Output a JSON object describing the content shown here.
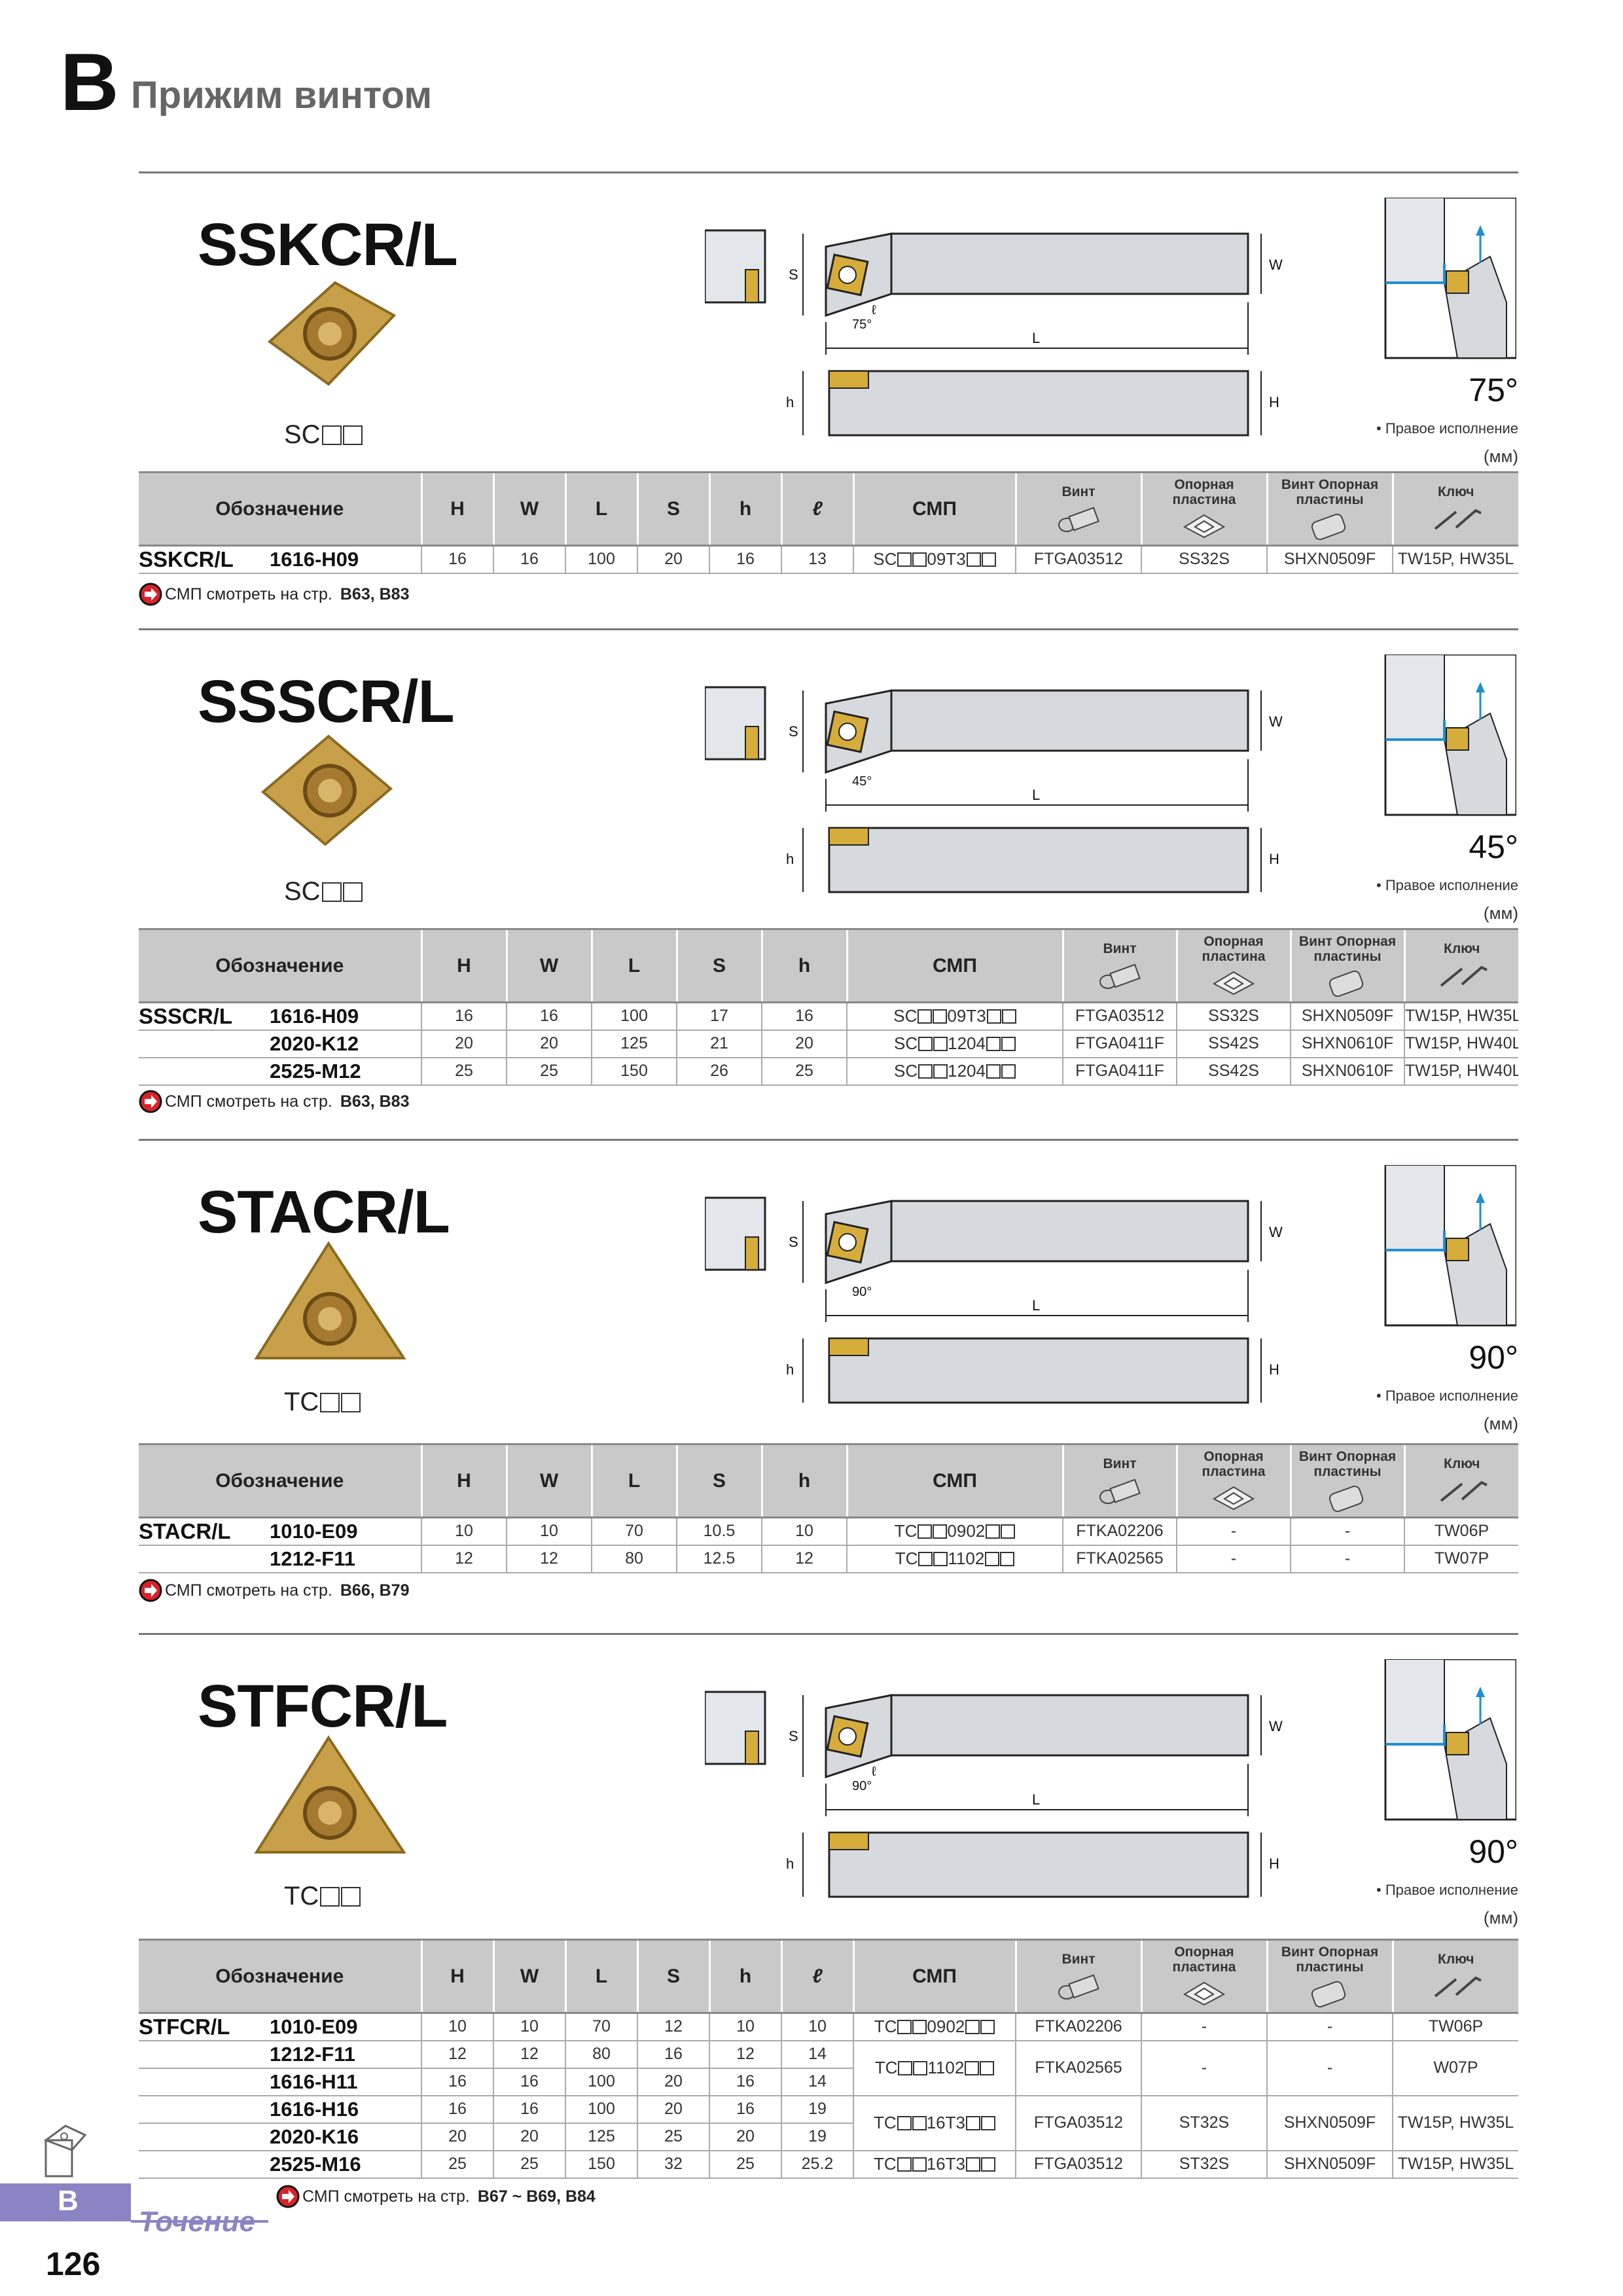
{
  "page": {
    "section_letter": "B",
    "title": "Прижим винтом",
    "footer_letter": "B",
    "footer_text": "Точение",
    "page_number": "126"
  },
  "headers": {
    "designation": "Обозначение",
    "smp": "СМП",
    "screw": "Винт",
    "support": "Опорная пластина",
    "support_screw": "Винт Опорная пластины",
    "key": "Ключ",
    "right_hand": "• Правое исполнение",
    "mm": "(мм)",
    "ref_prefix": "СМП смотреть на стр."
  },
  "sections": [
    {
      "model": "SSKCR/L",
      "insert": "SC",
      "angle": "75°",
      "columns": [
        "H",
        "W",
        "L",
        "S",
        "h",
        "ℓ"
      ],
      "diagram_labels": {
        "s": "S",
        "w": "W",
        "l": "L",
        "h": "h",
        "H": "H",
        "angle": "75°",
        "ell": "ℓ"
      },
      "rows": [
        {
          "model": "SSKCR/L",
          "size": "1616-H09",
          "vals": [
            "16",
            "16",
            "100",
            "20",
            "16",
            "13"
          ],
          "smp_pre": "SC",
          "smp_mid": "09T3",
          "screw": "FTGA03512",
          "support": "SS32S",
          "sscrew": "SHXN0509F",
          "key": "TW15P, HW35L"
        }
      ],
      "ref": "B63, B83"
    },
    {
      "model": "SSSCR/L",
      "insert": "SC",
      "angle": "45°",
      "columns": [
        "H",
        "W",
        "L",
        "S",
        "h"
      ],
      "diagram_labels": {
        "s": "S",
        "w": "W",
        "l": "L",
        "h": "h",
        "H": "H",
        "angle": "45°"
      },
      "rows": [
        {
          "model": "SSSCR/L",
          "size": "1616-H09",
          "vals": [
            "16",
            "16",
            "100",
            "17",
            "16"
          ],
          "smp_pre": "SC",
          "smp_mid": "09T3",
          "screw": "FTGA03512",
          "support": "SS32S",
          "sscrew": "SHXN0509F",
          "key": "TW15P, HW35L"
        },
        {
          "model": "",
          "size": "2020-K12",
          "vals": [
            "20",
            "20",
            "125",
            "21",
            "20"
          ],
          "smp_pre": "SC",
          "smp_mid": "1204",
          "screw": "FTGA0411F",
          "support": "SS42S",
          "sscrew": "SHXN0610F",
          "key": "TW15P, HW40L"
        },
        {
          "model": "",
          "size": "2525-M12",
          "vals": [
            "25",
            "25",
            "150",
            "26",
            "25"
          ],
          "smp_pre": "SC",
          "smp_mid": "1204",
          "screw": "FTGA0411F",
          "support": "SS42S",
          "sscrew": "SHXN0610F",
          "key": "TW15P, HW40L"
        }
      ],
      "ref": "B63, B83"
    },
    {
      "model": "STACR/L",
      "insert": "TC",
      "angle": "90°",
      "columns": [
        "H",
        "W",
        "L",
        "S",
        "h"
      ],
      "diagram_labels": {
        "s": "S",
        "w": "W",
        "l": "L",
        "h": "h",
        "H": "H",
        "angle": "90°"
      },
      "rows": [
        {
          "model": "STACR/L",
          "size": "1010-E09",
          "vals": [
            "10",
            "10",
            "70",
            "10.5",
            "10"
          ],
          "smp_pre": "TC",
          "smp_mid": "0902",
          "screw": "FTKA02206",
          "support": "-",
          "sscrew": "-",
          "key": "TW06P"
        },
        {
          "model": "",
          "size": "1212-F11",
          "vals": [
            "12",
            "12",
            "80",
            "12.5",
            "12"
          ],
          "smp_pre": "TC",
          "smp_mid": "1102",
          "screw": "FTKA02565",
          "support": "-",
          "sscrew": "-",
          "key": "TW07P"
        }
      ],
      "ref": "B66, B79"
    },
    {
      "model": "STFCR/L",
      "insert": "TC",
      "angle": "90°",
      "columns": [
        "H",
        "W",
        "L",
        "S",
        "h",
        "ℓ"
      ],
      "diagram_labels": {
        "s": "S",
        "w": "W",
        "l": "L",
        "h": "h",
        "H": "H",
        "angle": "90°",
        "ell": "ℓ"
      },
      "rows": [
        {
          "model": "STFCR/L",
          "size": "1010-E09",
          "vals": [
            "10",
            "10",
            "70",
            "12",
            "10",
            "10"
          ]
        },
        {
          "model": "",
          "size": "1212-F11",
          "vals": [
            "12",
            "12",
            "80",
            "16",
            "12",
            "14"
          ]
        },
        {
          "model": "",
          "size": "1616-H11",
          "vals": [
            "16",
            "16",
            "100",
            "20",
            "16",
            "14"
          ]
        },
        {
          "model": "",
          "size": "1616-H16",
          "vals": [
            "16",
            "16",
            "100",
            "20",
            "16",
            "19"
          ]
        },
        {
          "model": "",
          "size": "2020-K16",
          "vals": [
            "20",
            "20",
            "125",
            "25",
            "20",
            "19"
          ]
        },
        {
          "model": "",
          "size": "2525-M16",
          "vals": [
            "25",
            "25",
            "150",
            "32",
            "25",
            "25.2"
          ]
        }
      ],
      "groups": [
        {
          "start": 0,
          "span": 1,
          "smp_pre": "TC",
          "smp_mid": "0902",
          "screw": "FTKA02206",
          "support": "-",
          "sscrew": "-",
          "key": "TW06P"
        },
        {
          "start": 1,
          "span": 2,
          "smp_pre": "TC",
          "smp_mid": "1102",
          "screw": "FTKA02565",
          "support": "-",
          "sscrew": "-",
          "key": "W07P"
        },
        {
          "start": 3,
          "span": 2,
          "smp_pre": "TC",
          "smp_mid": "16T3",
          "screw": "FTGA03512",
          "support": "ST32S",
          "sscrew": "SHXN0509F",
          "key": "TW15P, HW35L"
        },
        {
          "start": 5,
          "span": 1,
          "smp_pre": "TC",
          "smp_mid": "16T3",
          "screw": "FTGA03512",
          "support": "ST32S",
          "sscrew": "SHXN0509F",
          "key": "TW15P, HW35L"
        }
      ],
      "ref": "B67 ~ B69, B84"
    }
  ]
}
